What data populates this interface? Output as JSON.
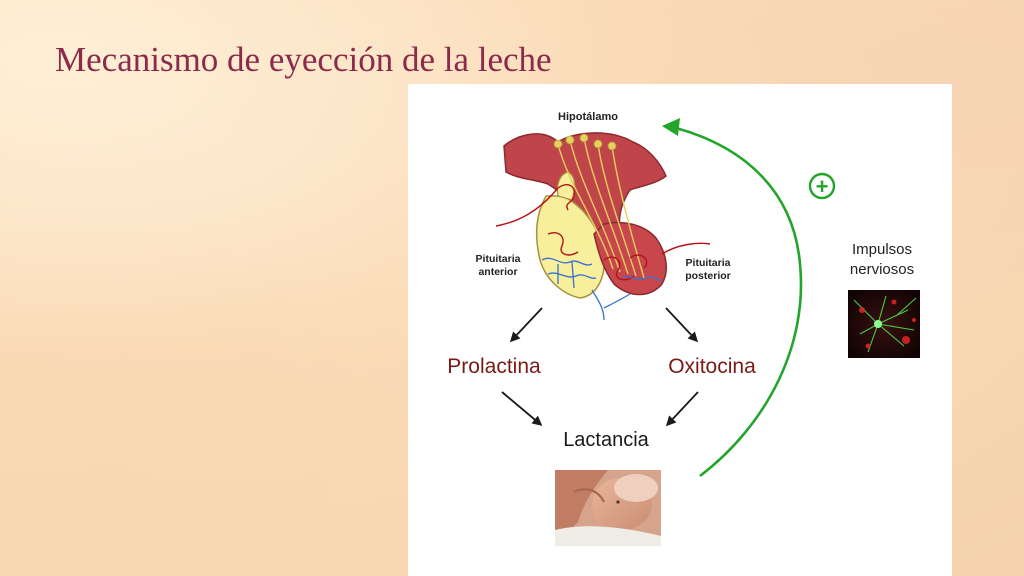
{
  "slide": {
    "title": "Mecanismo de eyección de la leche"
  },
  "diagram": {
    "labels": {
      "hypothalamus": "Hipotálamo",
      "anterior_pituitary_line1": "Pituitaria",
      "anterior_pituitary_line2": "anterior",
      "posterior_pituitary_line1": "Pituitaria",
      "posterior_pituitary_line2": "posterior",
      "prolactin": "Prolactina",
      "oxytocin": "Oxitocina",
      "lactation": "Lactancia",
      "nerve_impulses_line1": "Impulsos",
      "nerve_impulses_line2": "nerviosos",
      "positive_sign": "+"
    },
    "colors": {
      "title": "#8b2a4a",
      "hormone_text": "#7a1a14",
      "feedback_arrow": "#22a52a",
      "arrow": "#1a1a1a"
    }
  }
}
